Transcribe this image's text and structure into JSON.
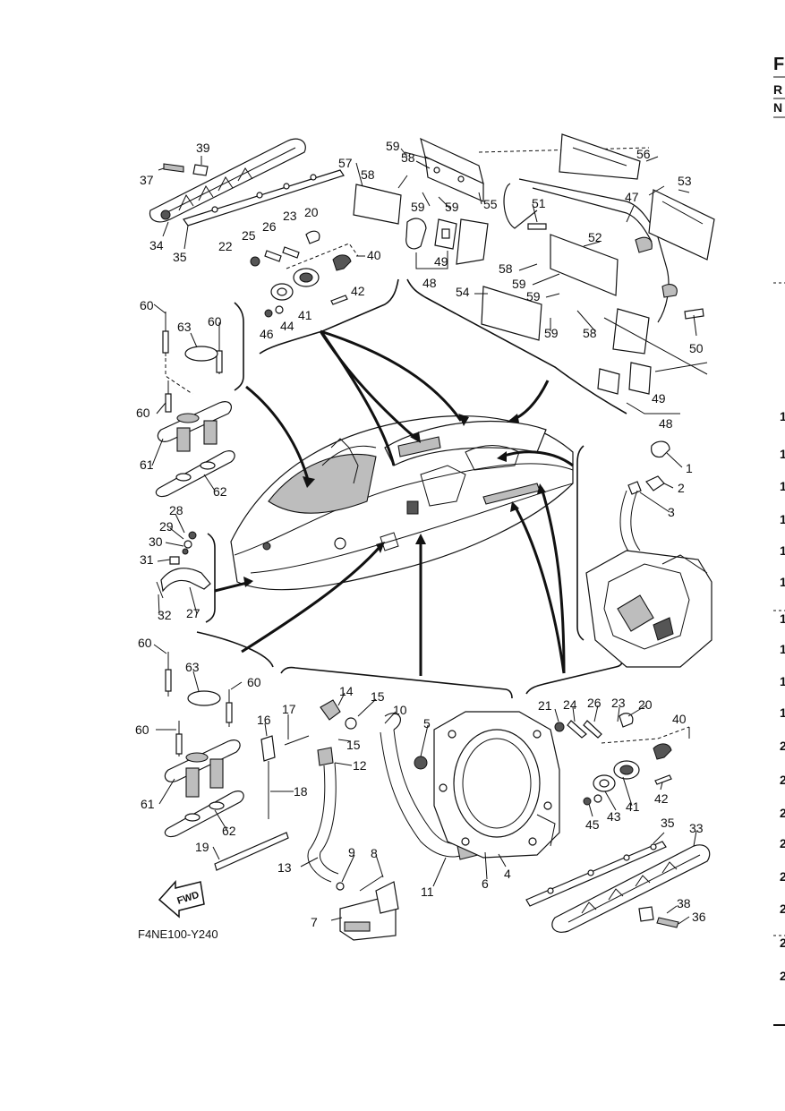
{
  "diagram_code": "F4NE100-Y240",
  "direction_label": "FWD",
  "page_edge": {
    "header_letters": [
      "F",
      "R",
      "N"
    ],
    "row_marks": [
      "1",
      "1",
      "1",
      "1",
      "1",
      "1",
      "1",
      "1",
      "1",
      "1",
      "2",
      "2",
      "2",
      "2",
      "2",
      "2",
      "2",
      "2"
    ]
  },
  "callouts": {
    "c1": "1",
    "c2": "2",
    "c3": "3",
    "c4": "4",
    "c5": "5",
    "c6": "6",
    "c7": "7",
    "c8": "8",
    "c9": "9",
    "c10": "10",
    "c11": "11",
    "c12": "12",
    "c13": "13",
    "c14": "14",
    "c15a": "15",
    "c15b": "15",
    "c16": "16",
    "c17": "17",
    "c18": "18",
    "c19": "19",
    "c20a": "20",
    "c20b": "20",
    "c21": "21",
    "c22": "22",
    "c23a": "23",
    "c23b": "23",
    "c24": "24",
    "c25": "25",
    "c26a": "26",
    "c26b": "26",
    "c27": "27",
    "c28": "28",
    "c29": "29",
    "c30": "30",
    "c31": "31",
    "c32": "32",
    "c33": "33",
    "c34": "34",
    "c35a": "35",
    "c35b": "35",
    "c36": "36",
    "c37": "37",
    "c38": "38",
    "c39": "39",
    "c40a": "40",
    "c40b": "40",
    "c41a": "41",
    "c41b": "41",
    "c42a": "42",
    "c42b": "42",
    "c43": "43",
    "c44": "44",
    "c45": "45",
    "c46": "46",
    "c47": "47",
    "c48a": "48",
    "c48b": "48",
    "c49a": "49",
    "c49b": "49",
    "c50": "50",
    "c51": "51",
    "c52": "52",
    "c53": "53",
    "c54": "54",
    "c55": "55",
    "c56": "56",
    "c57": "57",
    "c58a": "58",
    "c58b": "58",
    "c58c": "58",
    "c58d": "58",
    "c59a": "59",
    "c59b": "59",
    "c59c": "59",
    "c59d": "59",
    "c59e": "59",
    "c59f": "59",
    "c60a": "60",
    "c60b": "60",
    "c60c": "60",
    "c60d": "60",
    "c60e": "60",
    "c60f": "60",
    "c61a": "61",
    "c61b": "61",
    "c62a": "62",
    "c62b": "62",
    "c63a": "63",
    "c63b": "63"
  }
}
